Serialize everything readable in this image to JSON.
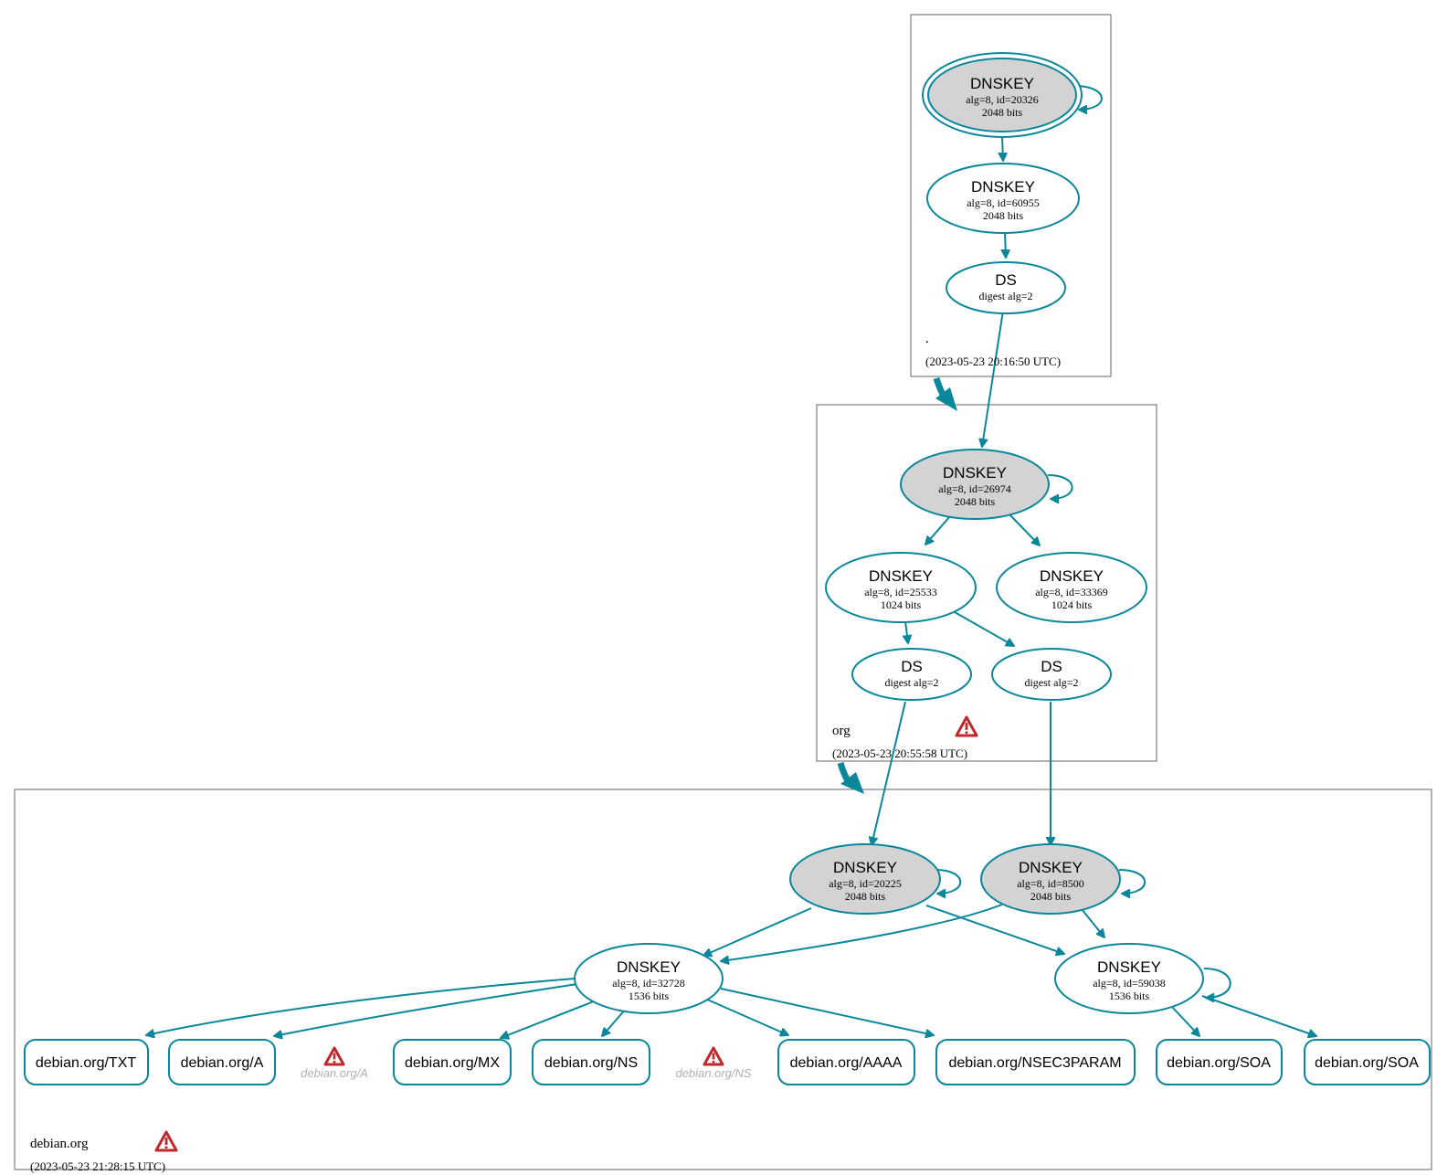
{
  "colors": {
    "edge": "#0a879a",
    "ksk_fill": "#d3d3d3",
    "zone_border": "#666666",
    "warning": "#c0282d",
    "ghost_text": "#b0b0b0"
  },
  "zones": {
    "root": {
      "name": ".",
      "timestamp": "(2023-05-23 20:16:50 UTC)"
    },
    "org": {
      "name": "org",
      "timestamp": "(2023-05-23 20:55:58 UTC)",
      "warning_icon": "warning-triangle-icon"
    },
    "debian": {
      "name": "debian.org",
      "timestamp": "(2023-05-23 21:28:15 UTC)",
      "warning_icon": "warning-triangle-icon"
    }
  },
  "nodes": {
    "root_ksk": {
      "title": "DNSKEY",
      "line1": "alg=8, id=20326",
      "line2": "2048 bits"
    },
    "root_zsk": {
      "title": "DNSKEY",
      "line1": "alg=8, id=60955",
      "line2": "2048 bits"
    },
    "root_ds": {
      "title": "DS",
      "line1": "digest alg=2"
    },
    "org_ksk": {
      "title": "DNSKEY",
      "line1": "alg=8, id=26974",
      "line2": "2048 bits"
    },
    "org_zsk1": {
      "title": "DNSKEY",
      "line1": "alg=8, id=25533",
      "line2": "1024 bits"
    },
    "org_zsk2": {
      "title": "DNSKEY",
      "line1": "alg=8, id=33369",
      "line2": "1024 bits"
    },
    "org_ds1": {
      "title": "DS",
      "line1": "digest alg=2"
    },
    "org_ds2": {
      "title": "DS",
      "line1": "digest alg=2"
    },
    "deb_ksk1": {
      "title": "DNSKEY",
      "line1": "alg=8, id=20225",
      "line2": "2048 bits"
    },
    "deb_ksk2": {
      "title": "DNSKEY",
      "line1": "alg=8, id=8500",
      "line2": "2048 bits"
    },
    "deb_zsk1": {
      "title": "DNSKEY",
      "line1": "alg=8, id=32728",
      "line2": "1536 bits"
    },
    "deb_zsk2": {
      "title": "DNSKEY",
      "line1": "alg=8, id=59038",
      "line2": "1536 bits"
    }
  },
  "records": {
    "txt": "debian.org/TXT",
    "a": "debian.org/A",
    "mx": "debian.org/MX",
    "ns": "debian.org/NS",
    "aaaa": "debian.org/AAAA",
    "nsec3param": "debian.org/NSEC3PARAM",
    "soa1": "debian.org/SOA",
    "soa2": "debian.org/SOA"
  },
  "ghost_records": {
    "a": "debian.org/A",
    "ns": "debian.org/NS"
  }
}
